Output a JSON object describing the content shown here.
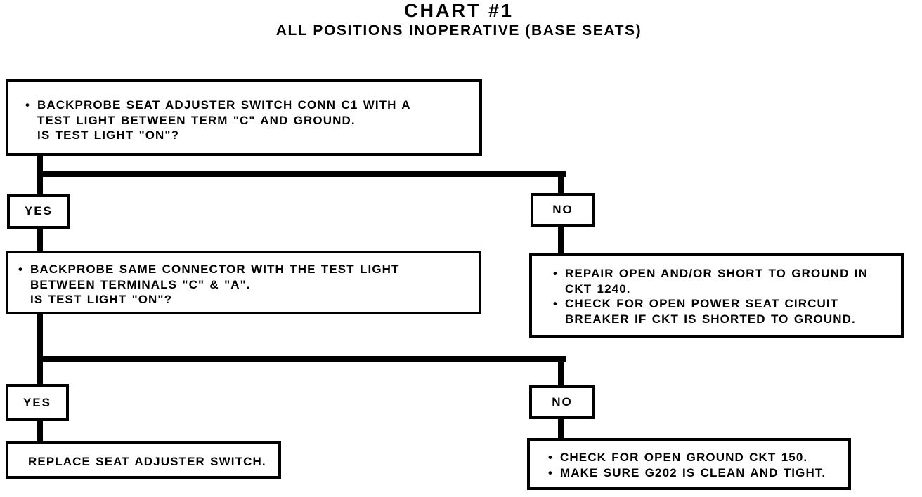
{
  "title": {
    "line1": "CHART #1",
    "line2": "ALL POSITIONS INOPERATIVE (BASE SEATS)"
  },
  "glyphs": {
    "bullet": "•"
  },
  "branches": {
    "branch1_yes": "YES",
    "branch1_no": "NO",
    "branch2_yes": "YES",
    "branch2_no": "NO"
  },
  "nodes": {
    "step1": {
      "lines": [
        "BACKPROBE SEAT ADJUSTER SWITCH CONN C1 WITH A",
        "TEST LIGHT BETWEEN TERM \"C\" AND GROUND.",
        "IS TEST LIGHT \"ON\"?"
      ]
    },
    "step2": {
      "lines": [
        "BACKPROBE SAME CONNECTOR WITH THE TEST LIGHT",
        "BETWEEN TERMINALS \"C\" & \"A\".",
        "IS TEST LIGHT \"ON\"?"
      ]
    },
    "repair_no1": {
      "lines": [
        "REPAIR OPEN AND/OR SHORT TO GROUND IN",
        "CKT 1240.",
        "CHECK FOR OPEN POWER SEAT CIRCUIT",
        "BREAKER IF CKT IS SHORTED TO GROUND."
      ]
    },
    "action_yes2": {
      "lines": [
        "REPLACE SEAT ADJUSTER SWITCH."
      ]
    },
    "repair_no2": {
      "lines": [
        "CHECK FOR OPEN GROUND CKT 150.",
        "MAKE SURE G202 IS CLEAN AND TIGHT."
      ]
    }
  }
}
